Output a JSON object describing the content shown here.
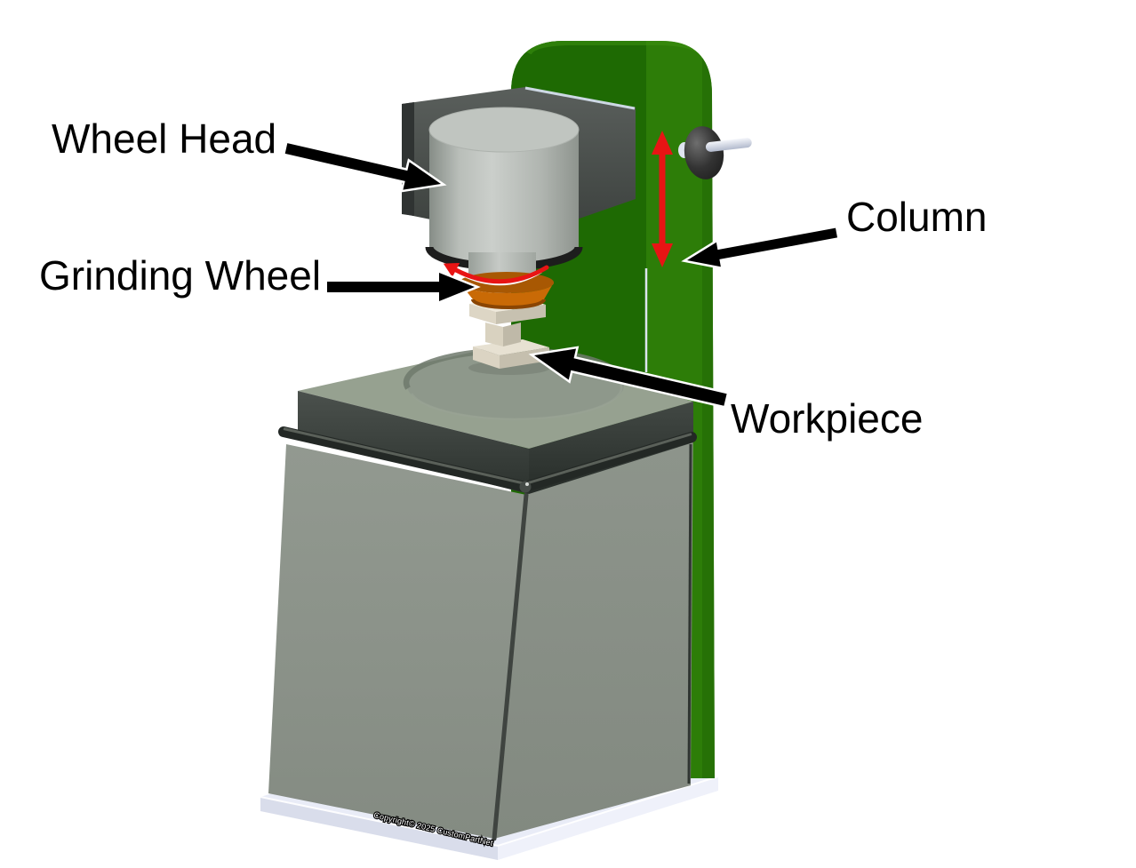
{
  "figure": {
    "type": "labeled-diagram",
    "labels": {
      "wheel_head": "Wheel Head",
      "grinding_wheel": "Grinding Wheel",
      "column": "Column",
      "workpiece": "Workpiece"
    },
    "copyright": "Copyright© 2025 CustomPartNet",
    "colors": {
      "column_green": "#2d7d08",
      "column_green_dark": "#1e6a03",
      "machine_gray": "#8b918a",
      "top_surface_gray": "#96a190",
      "wheel_head_gray": "#c0c5c0",
      "bracket_dark_gray": "#4a4f4c",
      "grinding_wheel_orange": "#c96a06",
      "workpiece_cream": "#ddd6c5",
      "motion_arrow_red": "#e81414",
      "label_arrow_black": "#000000",
      "base_plate_white": "#e9ecf7",
      "background": "#ffffff"
    }
  }
}
